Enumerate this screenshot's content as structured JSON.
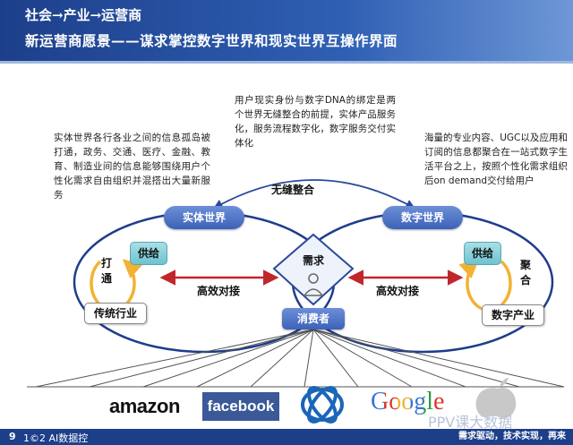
{
  "header": {
    "breadcrumb_1": "社会→产业→",
    "breadcrumb_2": "运营商",
    "title": "新运营商愿景——谋求掌控数字世界和现实世界互操作界面"
  },
  "texts": {
    "left": "实体世界各行各业之间的信息孤岛被打通，政务、交通、医疗、金融、教育、制造业间的信息能够围绕用户个性化需求自由组织并混搭出大量新服务",
    "center": "用户现实身份与数字DNA的绑定是两个世界无缝整合的前提，实体产品服务化，服务流程数字化，数字服务交付实体化",
    "right": "海量的专业内容、UGC以及应用和订阅的信息都聚合在一站式数字生活平台之上，按照个性化需求组织后on demand交付给用户"
  },
  "diagram": {
    "seamless": "无缝整合",
    "physical_world": "实体世界",
    "digital_world": "数字世界",
    "supply_left": "供给",
    "supply_right": "供给",
    "open_up": "打通",
    "aggregate": "聚合",
    "traditional_industry": "传统行业",
    "digital_industry": "数字产业",
    "demand": "需求",
    "consumer": "消费者",
    "efficient_left": "高效对接",
    "efficient_right": "高效对接"
  },
  "logos": {
    "amazon": "amazon",
    "facebook": "facebook",
    "google": "Google"
  },
  "footer": {
    "page": "9",
    "tagline": "需求驱动，技术实现，再来",
    "watermark_left": "1©2 AI数据控",
    "watermark_right": "PPV课大数据"
  },
  "colors": {
    "header_blue": "#1d3f8a",
    "accent_red": "#c0272d",
    "teal_box": "#6dc3d1",
    "ring_orange": "#f2b233"
  }
}
